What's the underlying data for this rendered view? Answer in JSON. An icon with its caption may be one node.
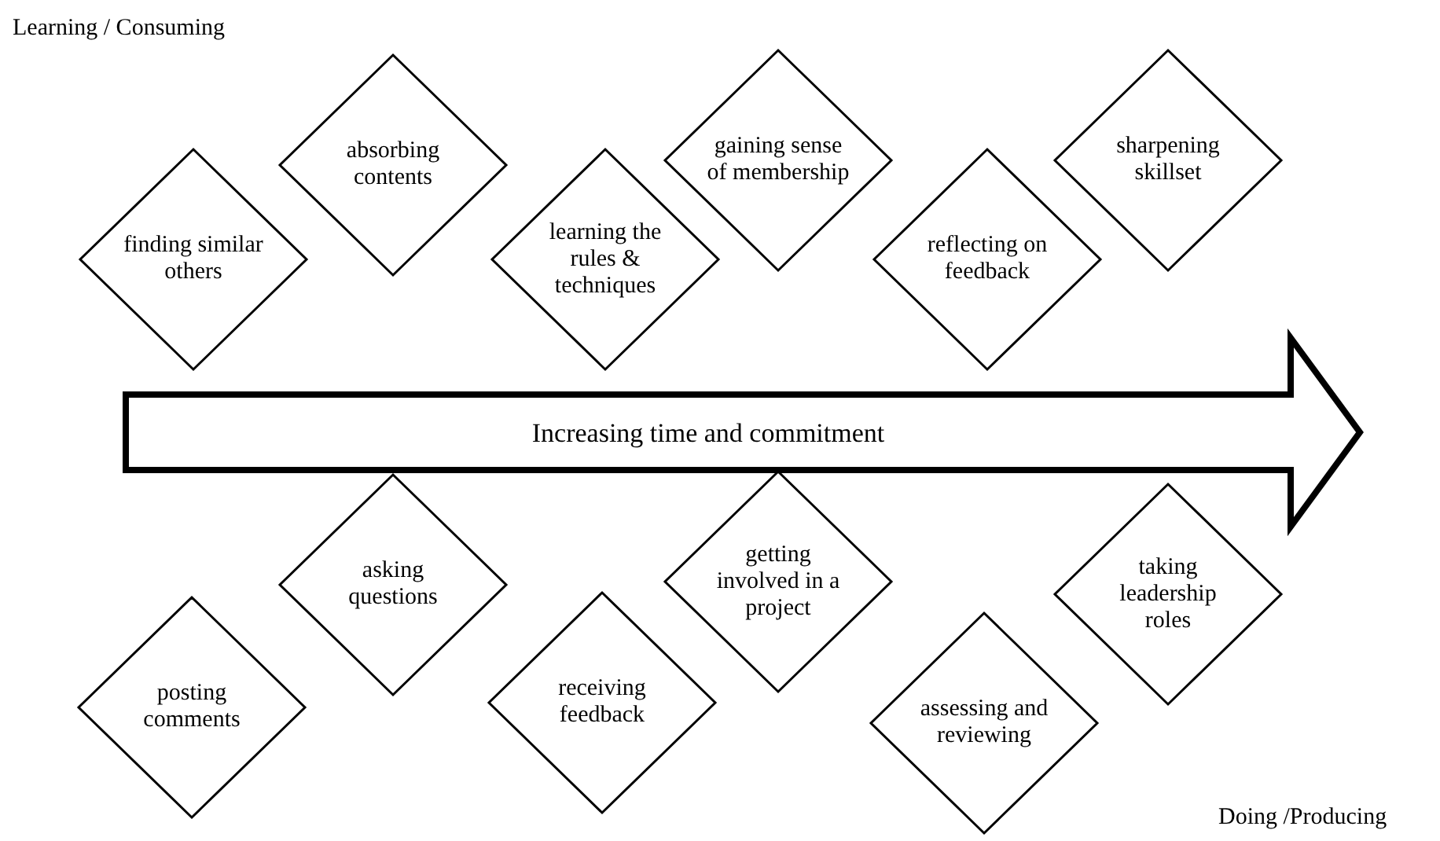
{
  "diagram": {
    "nodes": [
      {
        "text": [
          "finding similar others"
        ]
      },
      {
        "text": [
          "absorbing contents"
        ]
      },
      {
        "text": [
          "learning the rules & techniques"
        ]
      },
      {
        "text": [
          "gaining sense of membership"
        ]
      },
      {
        "text": [
          "reflecting on feedback"
        ]
      },
      {
        "text": [
          "sharpening skillset"
        ]
      },
      {
        "text": [
          "Increasing time and commitment"
        ]
      },
      {
        "text": [
          "posting comments"
        ]
      },
      {
        "text": [
          "asking questions"
        ]
      },
      {
        "text": [
          "receiving feedback"
        ]
      },
      {
        "text": [
          "getting involved in a project"
        ]
      },
      {
        "text": [
          "assessing and reviewing"
        ]
      },
      {
        "text": [
          "taking leadership roles"
        ]
      }
    ],
    "edges": [],
    "labels": [
      "Learning / Consuming",
      "Doing /Producing"
    ]
  }
}
